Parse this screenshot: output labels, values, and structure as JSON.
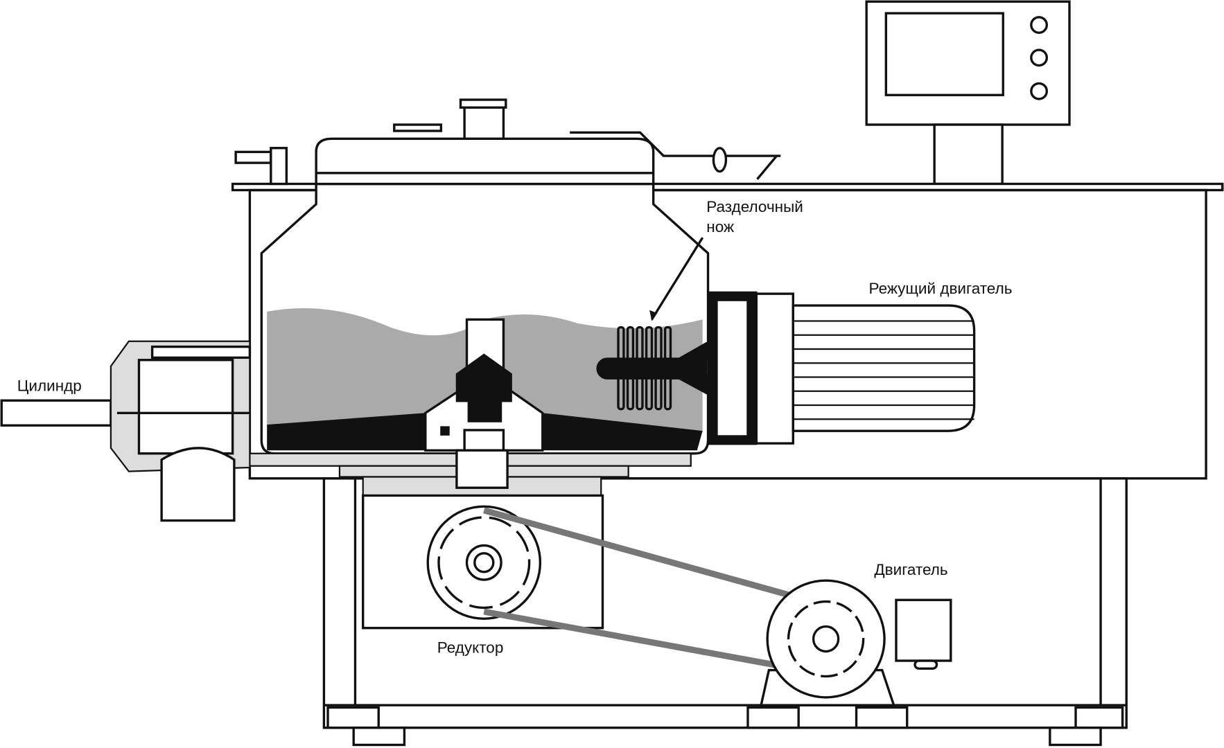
{
  "diagram": {
    "title": "High-shear mixer granulator",
    "labels": {
      "cutting_knife_line1": "Разделочный",
      "cutting_knife_line2": "нож",
      "cutting_motor": "Режущий двигатель",
      "cylinder": "Цилиндр",
      "motor": "Двигатель",
      "reducer": "Редуктор"
    },
    "colors": {
      "line": "#111111",
      "material_light": "#aaaaaa",
      "material_dark": "#111111",
      "belt": "#777777"
    }
  }
}
